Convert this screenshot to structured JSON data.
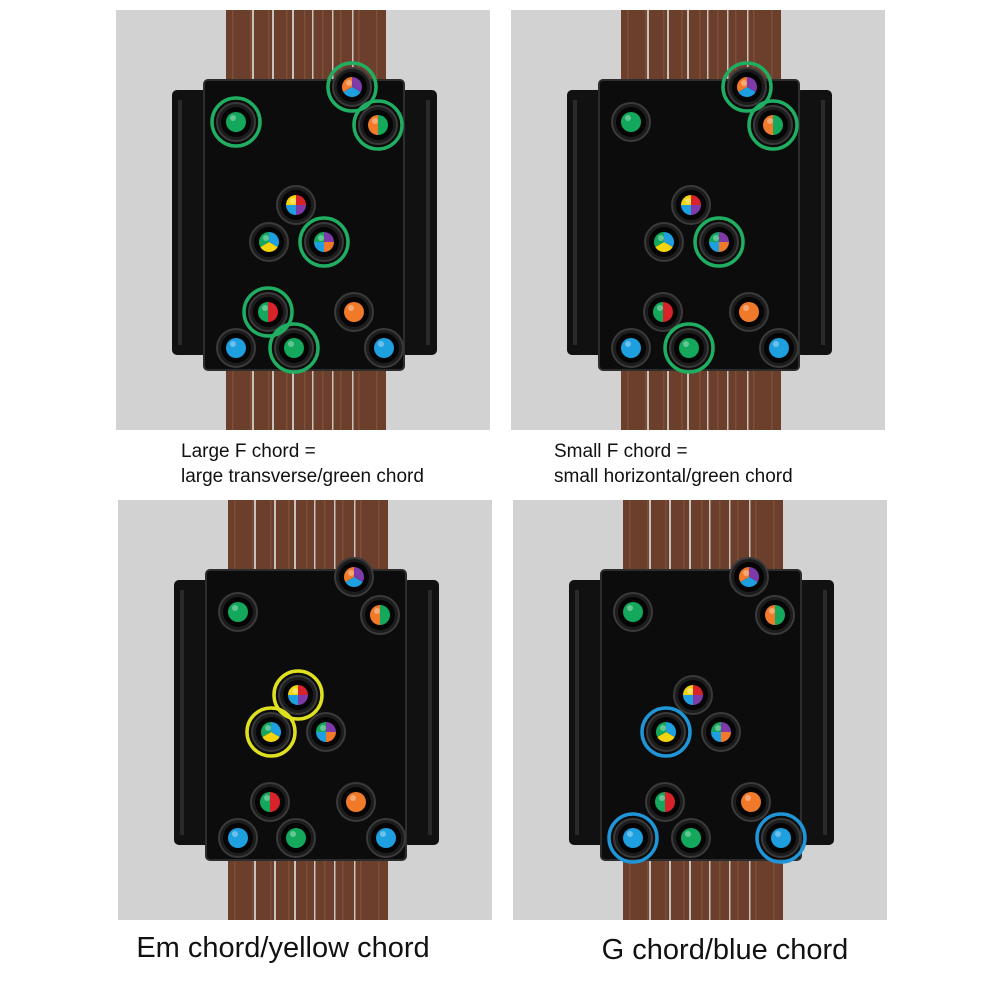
{
  "panels": [
    {
      "id": "large-f",
      "caption_lines": [
        "Large F chord =",
        "large transverse/green chord"
      ],
      "highlight_color": "#1fae62",
      "highlighted_buttons": [
        "top-mid",
        "top-right",
        "top-left",
        "mid-right",
        "low-mid-left",
        "bottom-mid"
      ]
    },
    {
      "id": "small-f",
      "caption_lines": [
        "Small F chord =",
        "small horizontal/green chord"
      ],
      "highlight_color": "#1fae62",
      "highlighted_buttons": [
        "top-mid",
        "top-right",
        "mid-right",
        "bottom-mid"
      ]
    },
    {
      "id": "em",
      "caption_lines": [
        "Em chord/yellow chord"
      ],
      "highlight_color": "#dfe01e",
      "highlighted_buttons": [
        "mid-top",
        "mid-left"
      ]
    },
    {
      "id": "g",
      "caption_lines": [
        "G chord/blue chord"
      ],
      "highlight_color": "#1e96d8",
      "highlighted_buttons": [
        "mid-left",
        "bottom-left",
        "bottom-right"
      ]
    }
  ],
  "colors": {
    "background": "#d2d2d2",
    "fretboard": "#6b3f2c",
    "device_body": "#0c0c0c",
    "green": "#13a85c",
    "orange": "#f07a2a",
    "blue": "#1e9fe0",
    "red": "#d8232a",
    "purple": "#7d3aa8",
    "yellow": "#f2d40f"
  }
}
